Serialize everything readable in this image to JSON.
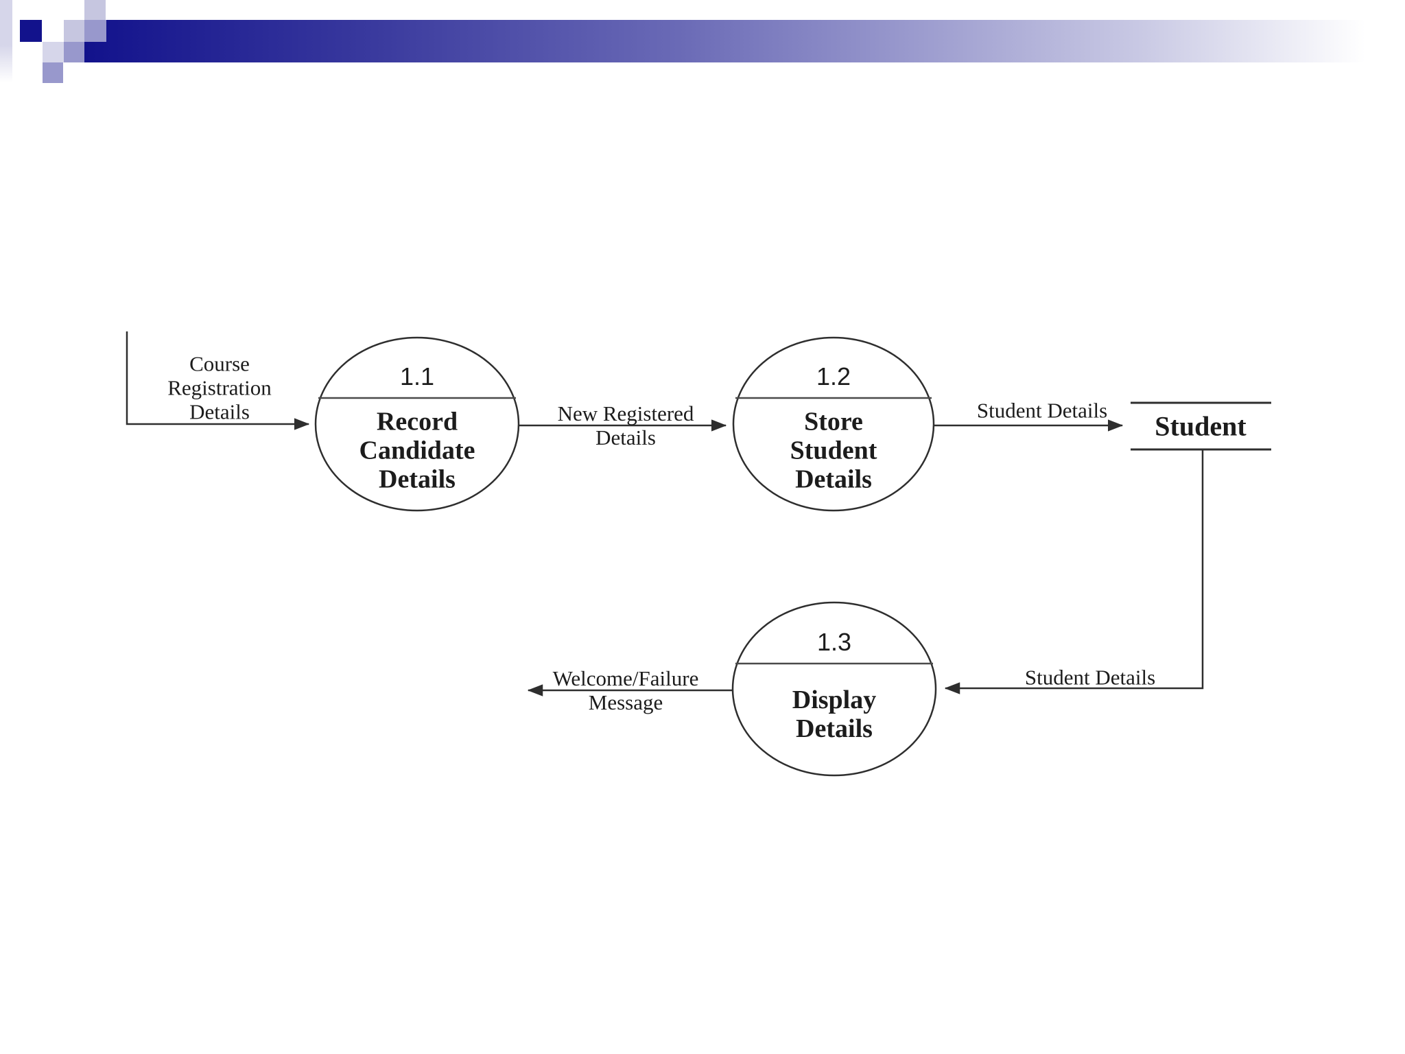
{
  "palette": {
    "navy": "#12128c",
    "purple-mid": "#9898cc",
    "lavender": "#c6c6e0",
    "lavender-light": "#d6d6ea",
    "ink": "#1c1c1c",
    "line": "#2e2e2e",
    "divider": "#4a4a4a"
  },
  "diagram": {
    "processes": [
      {
        "id": "1.1",
        "name": "Record\nCandidate\nDetails"
      },
      {
        "id": "1.2",
        "name": "Store\nStudent\nDetails"
      },
      {
        "id": "1.3",
        "name": "Display\nDetails"
      }
    ],
    "entity": {
      "name": "Student"
    },
    "flows": {
      "course_registration": "Course\nRegistration\nDetails",
      "new_registered": "New Registered\nDetails",
      "student_details_store": "Student Details",
      "student_details_display": "Student Details",
      "welcome_failure": "Welcome/Failure\nMessage"
    }
  }
}
